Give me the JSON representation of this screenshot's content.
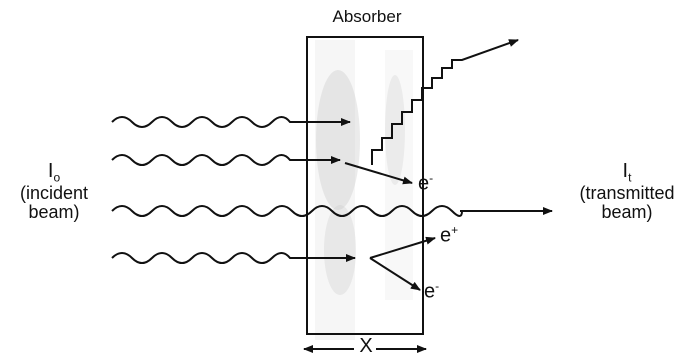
{
  "title": "Absorber",
  "incident": {
    "symbol": "I",
    "subscript": "o",
    "line1": "(incident",
    "line2": "beam)"
  },
  "transmitted": {
    "symbol": "I",
    "subscript": "t",
    "line1": "(transmitted",
    "line2": "beam)"
  },
  "electron_label": "e",
  "electron_superscript": "-",
  "positron_label": "e",
  "positron_superscript": "+",
  "electron2_label": "e",
  "electron2_superscript": "-",
  "thickness_label": "X"
}
